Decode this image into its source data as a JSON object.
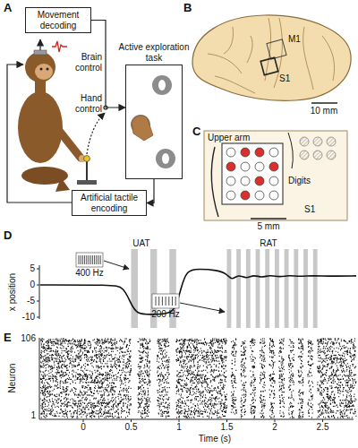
{
  "diagram": {
    "nodes": [
      {
        "text": [
          "Movement decoding"
        ]
      },
      {
        "text": [
          "Active exploration task"
        ]
      },
      {
        "text": [
          "Artificial tactile encoding"
        ]
      }
    ],
    "edges": [
      {
        "from": 0,
        "to": 1,
        "arrow": "to"
      },
      {
        "from": 1,
        "to": 2,
        "arrow": "to"
      }
    ],
    "labels": [
      "A",
      "B",
      "C",
      "D",
      "E",
      "Brain control",
      "Hand control",
      "M1",
      "S1",
      "10 mm",
      "Upper arm",
      "Digits",
      "S1",
      "5 mm",
      "400 Hz",
      "UAT",
      "200 Hz",
      "RAT",
      "x position",
      "5",
      "0",
      "-5",
      "-10",
      "Neuron",
      "106",
      "1",
      "0",
      "0.5",
      "1",
      "1.5",
      "2",
      "2.5",
      "Time (s)"
    ]
  }
}
